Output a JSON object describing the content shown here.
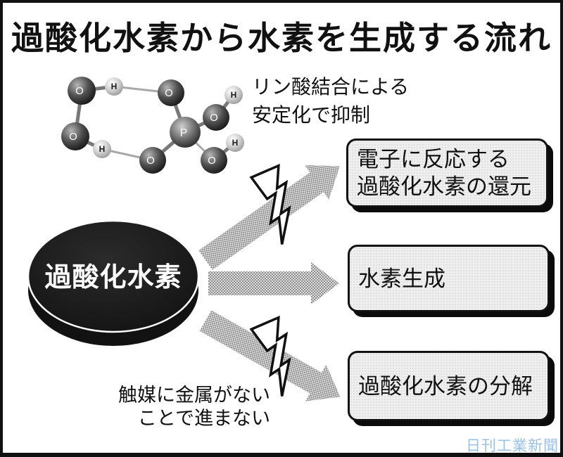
{
  "title": "過酸化水素から水素を生成する流れ",
  "inhibition_note": {
    "line1": "リン酸結合による",
    "line2": "安定化で抑制"
  },
  "source_node": {
    "label": "過酸化水素"
  },
  "branches": [
    {
      "line1": "電子に反応する",
      "line2": "過酸化水素の還元",
      "blocked": true
    },
    {
      "line1": "水素生成",
      "blocked": false
    },
    {
      "line1": "過酸化水素の分解",
      "blocked": true
    }
  ],
  "bottom_note": {
    "line1": "触媒に金属がない",
    "line2": "ことで進まない"
  },
  "credit": "日刊工業新聞",
  "molecule": {
    "atoms": [
      {
        "label": "O"
      },
      {
        "label": "O"
      },
      {
        "label": "O"
      },
      {
        "label": "O"
      },
      {
        "label": "P"
      },
      {
        "label": "O"
      },
      {
        "label": "O"
      },
      {
        "label": "H"
      },
      {
        "label": "H"
      },
      {
        "label": "H"
      },
      {
        "label": "H"
      }
    ]
  },
  "icons": {
    "blocked_marker": "lightning-bolt-icon",
    "flow_marker": "halftone-arrow-icon"
  },
  "colors": {
    "frame_border": "#111111",
    "arrow_dot_gray": "#8c8c8c",
    "arrow_dot_light": "#e2e2e2",
    "box_background": "#efefef",
    "disc_black": "#141414",
    "credit_blue": "#99c0ea"
  }
}
